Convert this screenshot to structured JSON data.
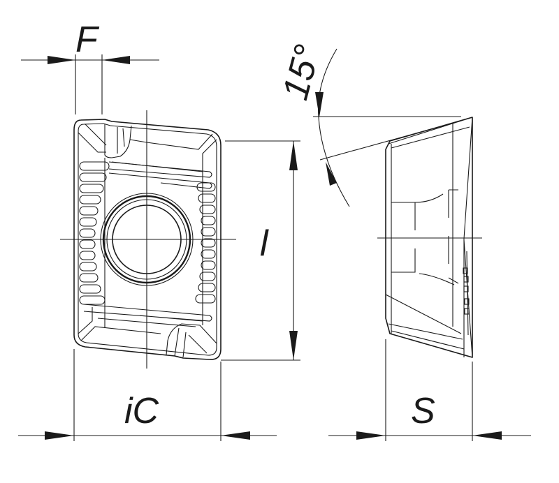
{
  "drawing": {
    "title": "Indexable insert dimensional drawing",
    "views": [
      "top-view",
      "side-view"
    ],
    "labels": {
      "flat_width": "F",
      "angle": "15°",
      "length": "l",
      "inscribed_circle": "iC",
      "thickness": "S"
    },
    "line_color": "#1a1a1a",
    "background": "#ffffff"
  }
}
